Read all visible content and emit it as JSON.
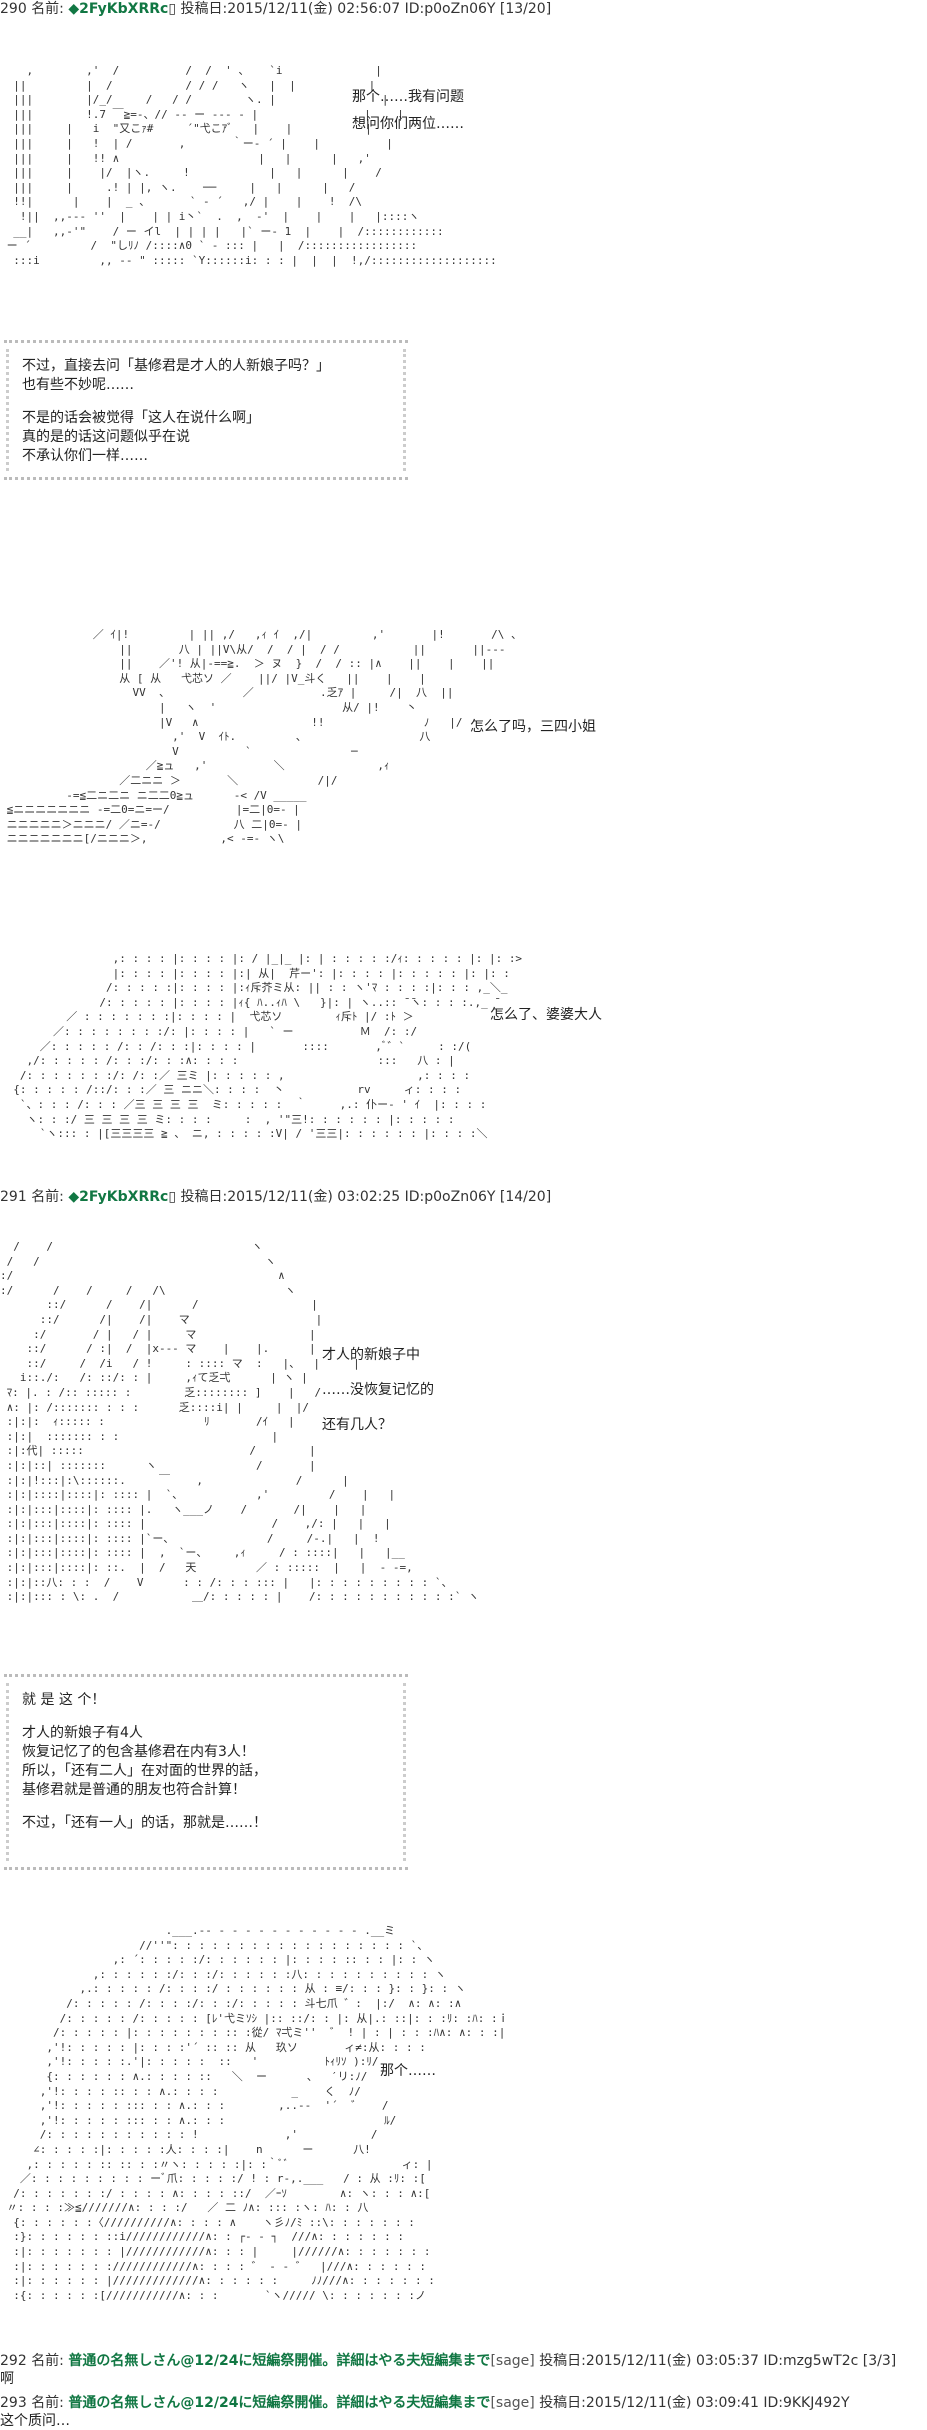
{
  "posts": [
    {
      "number": "290",
      "name_label": "名前:",
      "name": "◆2FyKbXRRc",
      "date_label": "投稿日:",
      "datetime": "2015/12/11(金) 02:56:07",
      "id": "ID:p0oZn06Y",
      "count": "[13/20]"
    },
    {
      "number": "291",
      "name_label": "名前:",
      "name": "◆2FyKbXRRc",
      "date_label": "投稿日:",
      "datetime": "2015/12/11(金) 03:02:25",
      "id": "ID:p0oZn06Y",
      "count": "[14/20]"
    },
    {
      "number": "292",
      "name_label": "名前:",
      "name": "普通の名無しさん@12/24に短編祭開催。詳細はやる夫短編集まで",
      "sage": "[sage]",
      "date_label": "投稿日:",
      "datetime": "2015/12/11(金) 03:05:37",
      "id": "ID:mzg5wT2c",
      "count": "[3/3]",
      "body": "啊"
    },
    {
      "number": "293",
      "name_label": "名前:",
      "name": "普通の名無しさん@12/24に短編祭開催。詳細はやる夫短編集まで",
      "sage": "[sage]",
      "date_label": "投稿日:",
      "datetime": "2015/12/11(金) 03:09:41",
      "id": "ID:9KKJ492Y",
      "body": "这个质问…"
    }
  ],
  "dialogue": {
    "s1": [
      "那个……我有问题",
      "想问你们两位……"
    ],
    "box1": [
      "不过，直接去问「基修君是才人的人新娘子吗？」",
      "也有些不妙呢……",
      "",
      "不是的话会被觉得「这人在说什么啊」",
      "真的是的话这问题似乎在说",
      "不承认你们一样……"
    ],
    "s2": [
      "怎么了吗，三四小姐"
    ],
    "s3": [
      "怎么了、婆婆大人"
    ],
    "s4": [
      "才人的新娘子中",
      "……没恢复记忆的",
      "还有几人？"
    ],
    "box2": [
      "就 是 这 个！",
      "",
      "才人的新娘子有4人",
      "恢复记忆了的包含基修君在内有3人！",
      "所以，「还有二人」在对面的世界的話，",
      "基修君就是普通的朋友也符合計算！",
      "",
      "不过，「还有一人」的话，那就是……！"
    ],
    "s5": [
      "那个……"
    ]
  }
}
